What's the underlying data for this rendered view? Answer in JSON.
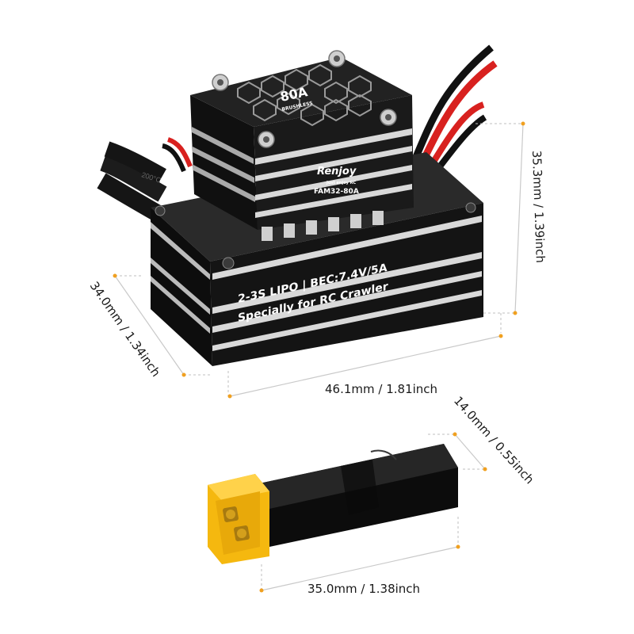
{
  "product": {
    "brand_logo": "Renjoy",
    "brand_tagline": "Just enjoy RC",
    "model": "FAM32-80A",
    "fan_rating": "80A",
    "fan_subtext": "BRUSHLESS",
    "side_line1": "2-3S LIPO | BEC:7.4V/5A",
    "side_line2": "Specially for RC Crawler",
    "wire_print": "200°C"
  },
  "dimensions": {
    "esc_height": "35.3mm / 1.39inch",
    "esc_depth": "34.0mm / 1.34inch",
    "esc_width": "46.1mm / 1.81inch",
    "connector_height": "14.0mm / 0.55inch",
    "connector_length": "35.0mm / 1.38inch"
  },
  "colors": {
    "accent_dot": "#f0a020",
    "body": "#111111",
    "stripe": "#d9d9d9",
    "wire_red": "#d8211f",
    "connector_yellow": "#f5b80f"
  }
}
